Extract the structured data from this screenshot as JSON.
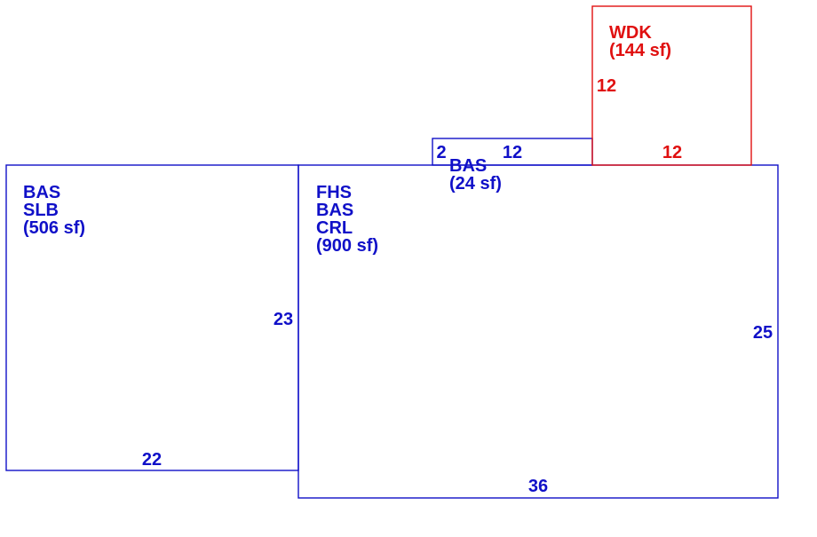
{
  "colors": {
    "structure": "#1010c8",
    "deck": "#e01010"
  },
  "areas": {
    "left": {
      "lines": [
        "BAS",
        "SLB",
        "(506 sf)"
      ],
      "dims": {
        "bottom": "22",
        "right": "23"
      }
    },
    "main": {
      "lines": [
        "FHS",
        "BAS",
        "CRL",
        "(900 sf)"
      ],
      "dims": {
        "bottom": "36",
        "right": "25"
      }
    },
    "small": {
      "lines": [
        "BAS",
        "(24 sf)"
      ],
      "dims": {
        "left": "2",
        "top": "12"
      }
    },
    "deck": {
      "lines": [
        "WDK",
        "(144 sf)"
      ],
      "dims": {
        "left": "12",
        "bottom": "12"
      }
    }
  }
}
